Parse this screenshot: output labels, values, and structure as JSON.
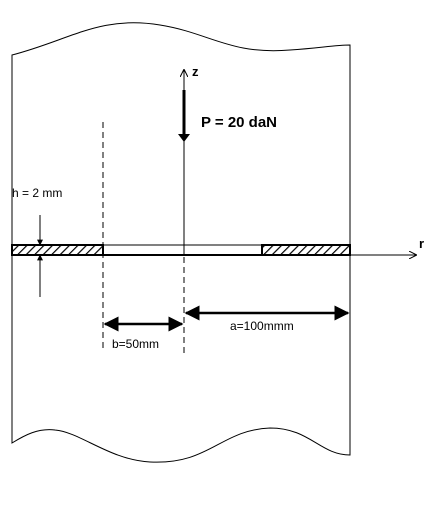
{
  "labels": {
    "z_axis": "z",
    "r_axis": "r",
    "load": "P = 20 daN",
    "thickness": "h = 2 mm",
    "dim_b": "b=50mm",
    "dim_a": "a=100mmm"
  },
  "colors": {
    "line": "#000000",
    "background": "#ffffff"
  }
}
